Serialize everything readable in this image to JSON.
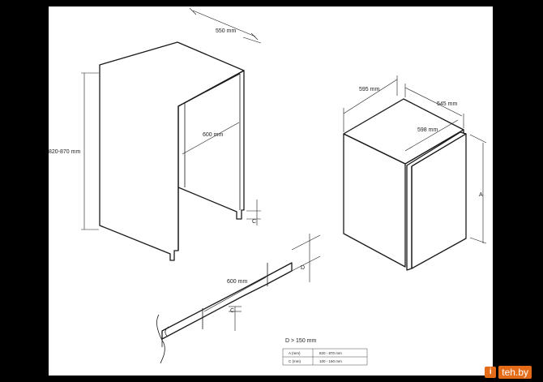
{
  "dimensions": {
    "niche_depth": "550 mm",
    "niche_height": "820-870 mm",
    "niche_width": "600 mm",
    "appliance_width": "595 mm",
    "appliance_depth": "545 mm",
    "appliance_door_width": "598 mm",
    "label_a": "A",
    "label_c": "C",
    "label_d": "D",
    "detail_width": "600 mm",
    "detail_c": "C",
    "d_rule": "D > 150 mm"
  },
  "table": {
    "rows": [
      {
        "key": "A (mm)",
        "value": "820 - 870 mm"
      },
      {
        "key": "C (mm)",
        "value": "100 - 150 mm"
      }
    ]
  },
  "watermark": {
    "logo_glyph": "i",
    "text": "teh.by",
    "color": "#e46b18"
  }
}
